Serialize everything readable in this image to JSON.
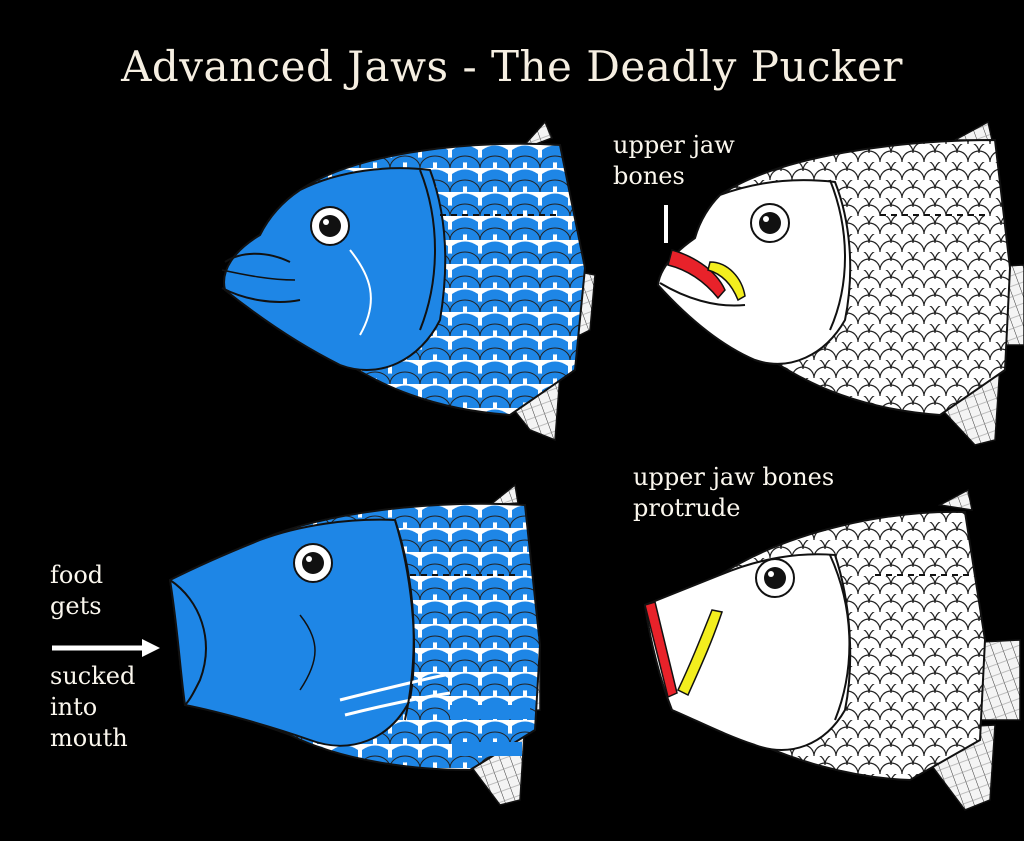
{
  "title": "Advanced Jaws - The Deadly Pucker",
  "labels": {
    "upper_jaw_bones_top": [
      "upper jaw",
      "bones"
    ],
    "upper_jaw_bones_bottom": [
      "upper jaw bones",
      "protrude"
    ],
    "food_gets": [
      "food",
      "gets"
    ],
    "sucked_into_mouth": [
      "sucked",
      "into",
      "mouth"
    ]
  },
  "colors": {
    "background": "#000000",
    "fish_blue": "#1e86e6",
    "jaw_red": "#e8222a",
    "jaw_yellow": "#f3ee1e",
    "outline": "#111111",
    "scale_fill": "#ffffff",
    "text": "#f6efe2"
  },
  "panels": [
    {
      "name": "closed-mouth-blue-fish",
      "mouth": "closed"
    },
    {
      "name": "closed-mouth-highlighted-jaw-fish",
      "mouth": "closed"
    },
    {
      "name": "open-mouth-blue-fish",
      "mouth": "open"
    },
    {
      "name": "open-mouth-protruding-jaw-fish",
      "mouth": "open"
    }
  ]
}
